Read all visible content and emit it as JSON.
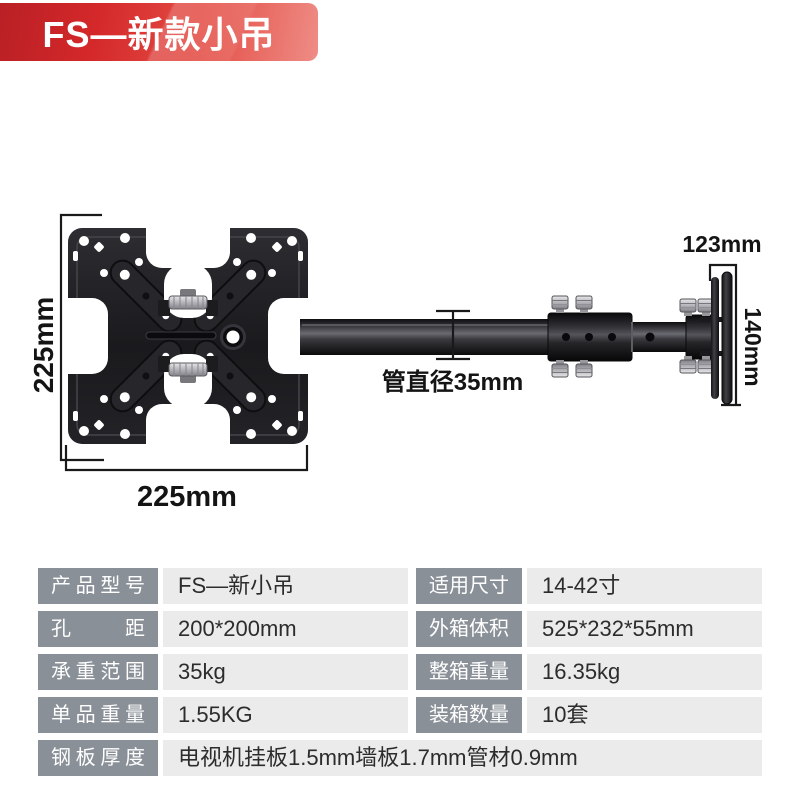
{
  "banner": {
    "title": "FS—新款小吊",
    "bg_from": "#b92025",
    "bg_to": "#ee8d86",
    "text_color": "#ffffff"
  },
  "diagram": {
    "annotations": {
      "plate_height": "225mm",
      "plate_width": "225mm",
      "pipe_diameter": "管直径35mm",
      "end_width": "123mm",
      "end_height": "140mm"
    },
    "colors": {
      "metal_dark": "#1a1a1d",
      "metal_highlight": "#6a6a71",
      "hardware_silver": "#b9b9be",
      "dimension_line": "#191919"
    }
  },
  "spec_table": {
    "label_bg": "#8a9097",
    "value_bg": "#ebebeb",
    "label_text_color": "#ffffff",
    "value_text_color": "#2c2c2c",
    "rows": [
      {
        "label1": "产品型号",
        "value1": "FS—新小吊",
        "label2": "适用尺寸",
        "value2": "14-42寸"
      },
      {
        "label1": "孔距",
        "value1": "200*200mm",
        "label2": "外箱体积",
        "value2": "525*232*55mm"
      },
      {
        "label1": "承重范围",
        "value1": "35kg",
        "label2": "整箱重量",
        "value2": "16.35kg"
      },
      {
        "label1": "单品重量",
        "value1": "1.55KG",
        "label2": "装箱数量",
        "value2": "10套"
      }
    ],
    "full_row": {
      "label": "钢板厚度",
      "value": "电视机挂板1.5mm墙板1.7mm管材0.9mm"
    }
  }
}
